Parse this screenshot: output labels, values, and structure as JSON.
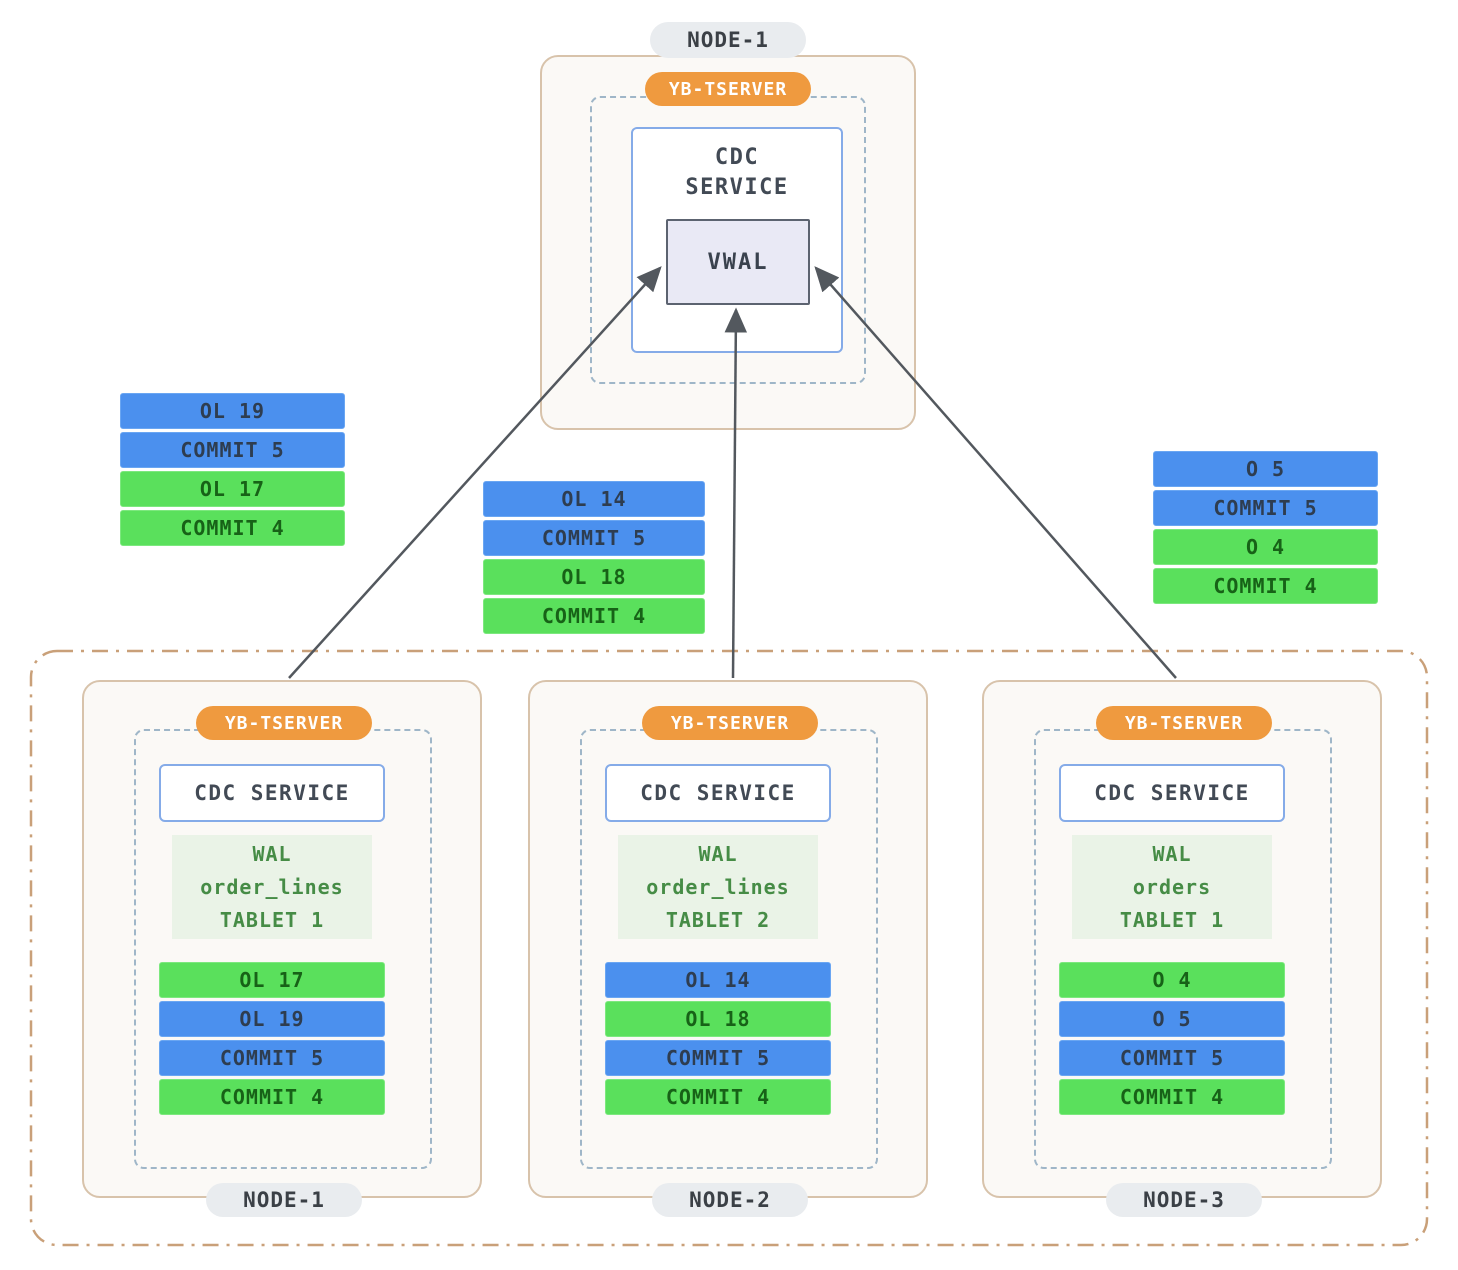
{
  "colors": {
    "blue_row": "#4b90ee",
    "green_row": "#5ae05c",
    "orange_pill": "#ef9a3f",
    "node_border": "#d8c3ab",
    "dashed_border": "#9fb6c8",
    "cdc_border": "#85abe8",
    "vwal_bg": "#e9e9f5",
    "wal_area_bg": "#eaf3e7",
    "wal_text_green": "#468c46",
    "arrow": "#53585e",
    "outer_dashdot_border": "#c9a079",
    "gray_pill_bg": "#e9ecef"
  },
  "top_node": {
    "node_label": "NODE-1",
    "tserver_label": "YB-TSERVER",
    "cdc_line1": "CDC",
    "cdc_line2": "SERVICE",
    "vwal_label": "VWAL"
  },
  "stacks": [
    {
      "rows": [
        {
          "text": "OL 19",
          "color": "blue"
        },
        {
          "text": "COMMIT 5",
          "color": "blue"
        },
        {
          "text": "OL 17",
          "color": "green"
        },
        {
          "text": "COMMIT 4",
          "color": "green"
        }
      ]
    },
    {
      "rows": [
        {
          "text": "OL 14",
          "color": "blue"
        },
        {
          "text": "COMMIT 5",
          "color": "blue"
        },
        {
          "text": "OL 18",
          "color": "green"
        },
        {
          "text": "COMMIT 4",
          "color": "green"
        }
      ]
    },
    {
      "rows": [
        {
          "text": "O 5",
          "color": "blue"
        },
        {
          "text": "COMMIT 5",
          "color": "blue"
        },
        {
          "text": "O 4",
          "color": "green"
        },
        {
          "text": "COMMIT 4",
          "color": "green"
        }
      ]
    }
  ],
  "bottom_nodes": [
    {
      "node_label": "NODE-1",
      "tserver_label": "YB-TSERVER",
      "cdc_label": "CDC SERVICE",
      "wal_lines": [
        "WAL",
        "order_lines",
        "TABLET 1"
      ],
      "rows": [
        {
          "text": "OL 17",
          "color": "green"
        },
        {
          "text": "OL 19",
          "color": "blue"
        },
        {
          "text": "COMMIT 5",
          "color": "blue"
        },
        {
          "text": "COMMIT 4",
          "color": "green"
        }
      ]
    },
    {
      "node_label": "NODE-2",
      "tserver_label": "YB-TSERVER",
      "cdc_label": "CDC SERVICE",
      "wal_lines": [
        "WAL",
        "order_lines",
        "TABLET 2"
      ],
      "rows": [
        {
          "text": "OL 14",
          "color": "blue"
        },
        {
          "text": "OL 18",
          "color": "green"
        },
        {
          "text": "COMMIT 5",
          "color": "blue"
        },
        {
          "text": "COMMIT 4",
          "color": "green"
        }
      ]
    },
    {
      "node_label": "NODE-3",
      "tserver_label": "YB-TSERVER",
      "cdc_label": "CDC SERVICE",
      "wal_lines": [
        "WAL",
        "orders",
        "TABLET 1"
      ],
      "rows": [
        {
          "text": "O 4",
          "color": "green"
        },
        {
          "text": "O 5",
          "color": "blue"
        },
        {
          "text": "COMMIT 5",
          "color": "blue"
        },
        {
          "text": "COMMIT 4",
          "color": "green"
        }
      ]
    }
  ]
}
